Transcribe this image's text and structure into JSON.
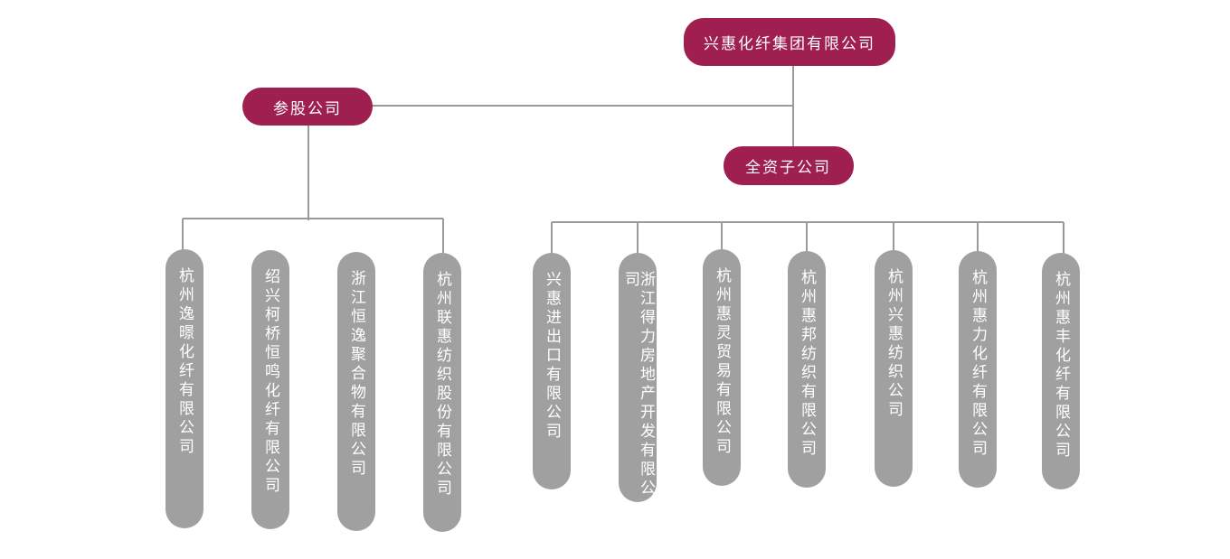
{
  "root": {
    "label": "兴惠化纤集团有限公司"
  },
  "branches": {
    "holding": {
      "label": "参股公司"
    },
    "wholly_owned": {
      "label": "全资子公司"
    }
  },
  "holding_companies": [
    "杭州联惠纺织股份有限公司",
    "浙江恒逸聚合物有限公司",
    "绍兴柯桥恒鸣化纤有限公司",
    "杭州逸暻化纤有限公司"
  ],
  "subsidiaries": [
    "兴惠进出口有限公司",
    "浙江得力房地产开发有限公司",
    "杭州惠灵贸易有限公司",
    "杭州惠邦纺织有限公司",
    "杭州兴惠纺织公司",
    "杭州惠力化纤有限公司",
    "杭州惠丰化纤有限公司"
  ],
  "colors": {
    "primary_node": "#9e1f50",
    "leaf_node": "#a0a0a0",
    "connector": "#9a9a9a"
  }
}
